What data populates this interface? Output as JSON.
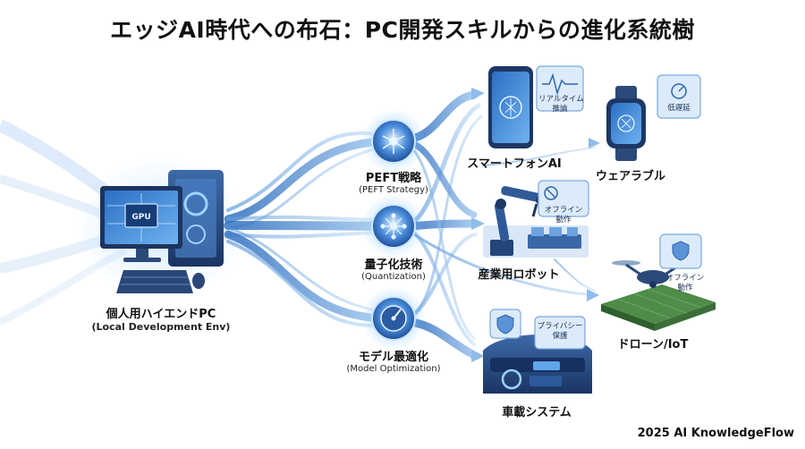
{
  "title": "エッジAI時代への布石：PC開発スキルからの進化系統樹",
  "source": {
    "gpu_label": "GPU",
    "name": "個人用ハイエンドPC",
    "name_en": "(Local Development Env)"
  },
  "techniques": [
    {
      "name": "PEFT戦略",
      "name_en": "(PEFT Strategy)",
      "icon": "neural-node-icon"
    },
    {
      "name": "量子化技術",
      "name_en": "(Quantization)",
      "icon": "network-sphere-icon"
    },
    {
      "name": "モデル最適化",
      "name_en": "(Model Optimization)",
      "icon": "gauge-dial-icon"
    }
  ],
  "targets": [
    {
      "name": "スマートフォンAI",
      "badge": "リアルタイム推論",
      "badge_line1": "リアルタイム",
      "badge_line2": "推論",
      "icon": "smartphone-icon"
    },
    {
      "name": "ウェアラブル",
      "badge": "低遅延",
      "icon": "smartwatch-icon"
    },
    {
      "name": "産業用ロボット",
      "badge": "オフライン動作",
      "badge_line1": "オフライン",
      "badge_line2": "動作",
      "icon": "robot-arm-icon"
    },
    {
      "name": "ドローン/IoT",
      "badge": "オフライン動作",
      "badge_line1": "オフライン",
      "badge_line2": "動作",
      "icon": "drone-icon"
    },
    {
      "name": "車載システム",
      "badge": "プライバシー保護",
      "badge_line1": "プライバシー",
      "badge_line2": "保護",
      "icon": "car-dashboard-icon"
    }
  ],
  "footer": "2025 AI KnowledgeFlow",
  "colors": {
    "flow_dark": "#2f6fc0",
    "flow_light": "#a9cdf2",
    "node_glow": "#7fc0ff",
    "device_dark": "#1f3a66"
  }
}
